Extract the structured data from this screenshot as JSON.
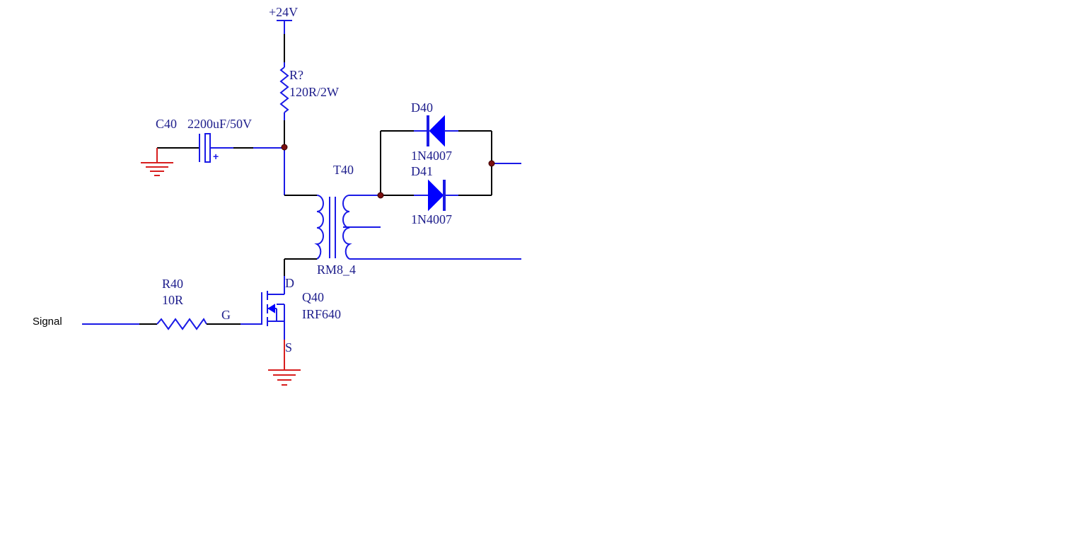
{
  "power": {
    "label": "+24V"
  },
  "resistor_r_top": {
    "ref": "R?",
    "value": "120R/2W"
  },
  "capacitor": {
    "ref": "C40",
    "value": "2200uF/50V",
    "polarity": "+"
  },
  "transformer": {
    "ref": "T40",
    "part": "RM8_4"
  },
  "diode_d40": {
    "ref": "D40",
    "part": "1N4007"
  },
  "diode_d41": {
    "ref": "D41",
    "part": "1N4007"
  },
  "resistor_r40": {
    "ref": "R40",
    "value": "10R"
  },
  "mosfet": {
    "ref": "Q40",
    "part": "IRF640",
    "gate": "G",
    "drain": "D",
    "source": "S"
  },
  "signal": {
    "label": "Signal"
  },
  "colors": {
    "wire": "#000000",
    "pin": "#1a1ae6",
    "ground": "#d81e1e",
    "junction": "#7a1010",
    "text": "#1e1e8c"
  }
}
